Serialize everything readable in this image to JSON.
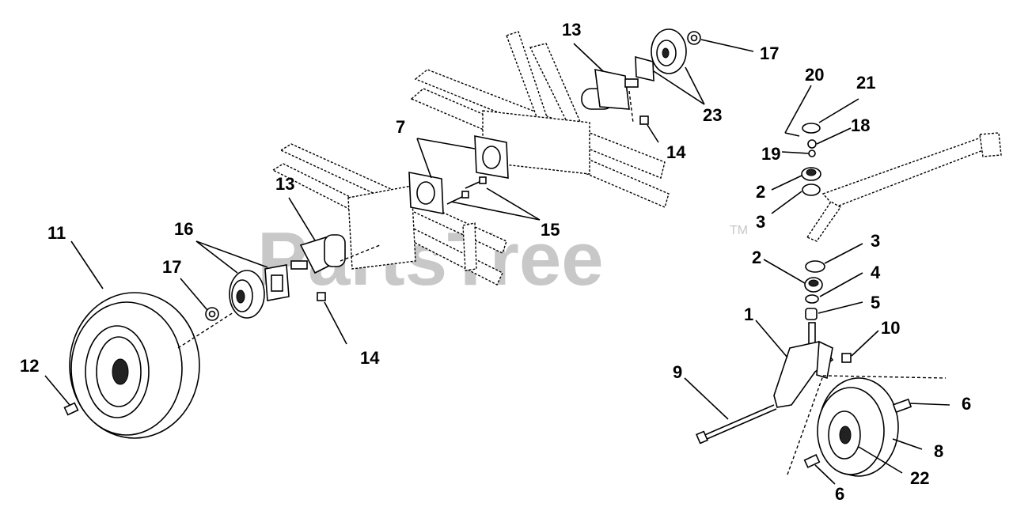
{
  "watermark": {
    "text": "PartsTree",
    "trademark": "TM"
  },
  "callouts": {
    "c1": "1",
    "c2a": "2",
    "c2b": "2",
    "c3a": "3",
    "c3b": "3",
    "c4": "4",
    "c5": "5",
    "c6a": "6",
    "c6b": "6",
    "c7": "7",
    "c8": "8",
    "c9": "9",
    "c10": "10",
    "c11": "11",
    "c12": "12",
    "c13a": "13",
    "c13b": "13",
    "c14a": "14",
    "c14b": "14",
    "c15": "15",
    "c16": "16",
    "c17a": "17",
    "c17b": "17",
    "c18": "18",
    "c19": "19",
    "c20": "20",
    "c21": "21",
    "c22": "22",
    "c23": "23"
  },
  "colors": {
    "line": "#000000",
    "watermark": "#c8c8c8",
    "background": "#ffffff"
  }
}
